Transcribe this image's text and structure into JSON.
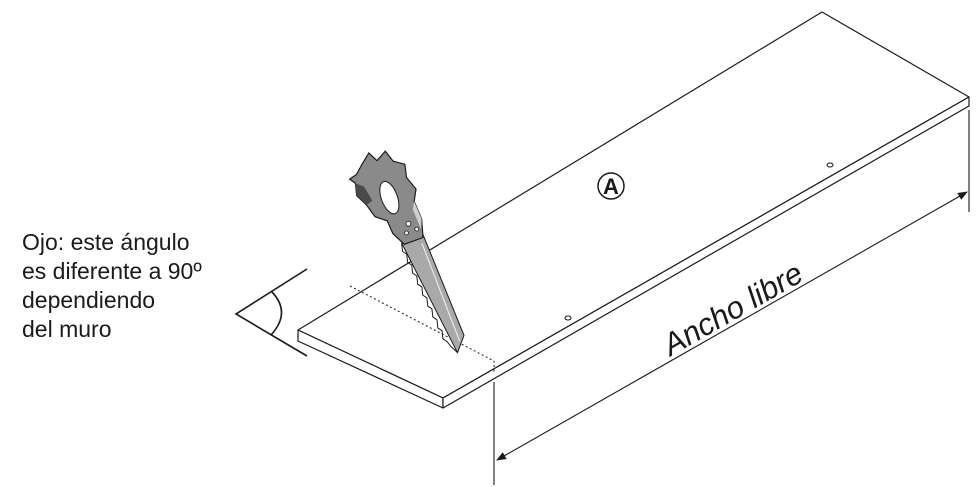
{
  "note": {
    "lines": [
      "Ojo: este ángulo",
      "es diferente a 90º",
      "dependiendo",
      "del muro"
    ]
  },
  "part_label": "A",
  "dimension_label": "Ancho libre",
  "colors": {
    "line": "#1a1a1a",
    "saw_blade": "#a9a9a9",
    "saw_handle": "#8a8a8a",
    "saw_dark": "#4a4a4a"
  },
  "icons": [
    "saw-icon",
    "eye-angle-icon"
  ]
}
